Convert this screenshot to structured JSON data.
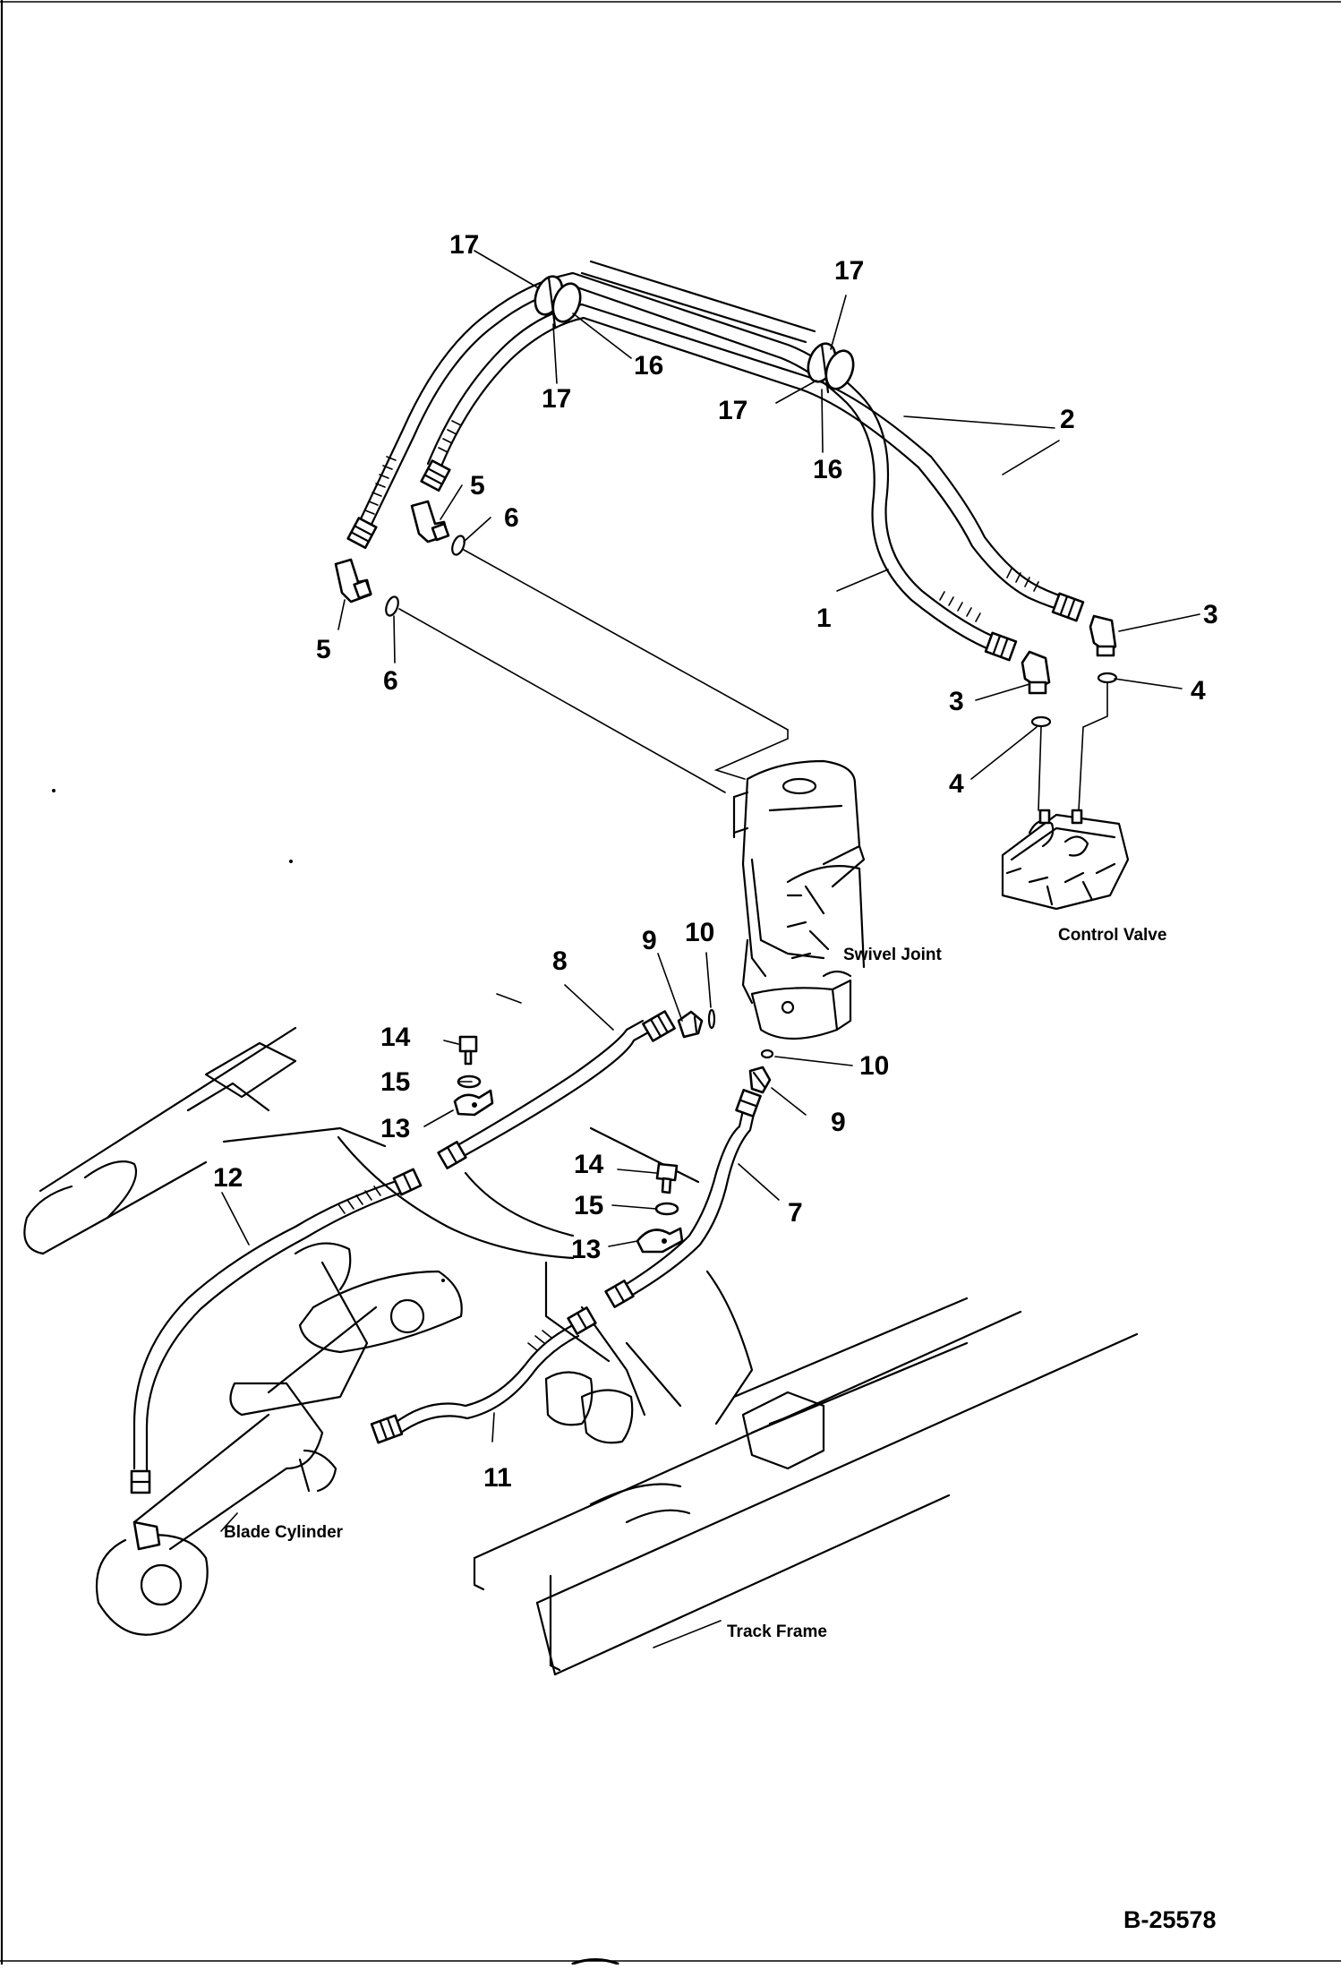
{
  "callouts": {
    "n1": "1",
    "n2": "2",
    "n3a": "3",
    "n3b": "3",
    "n4a": "4",
    "n4b": "4",
    "n5a": "5",
    "n5b": "5",
    "n6a": "6",
    "n6b": "6",
    "n7": "7",
    "n8": "8",
    "n9a": "9",
    "n9b": "9",
    "n10a": "10",
    "n10b": "10",
    "n11": "11",
    "n12": "12",
    "n13a": "13",
    "n13b": "13",
    "n14a": "14",
    "n14b": "14",
    "n15a": "15",
    "n15b": "15",
    "n16a": "16",
    "n16b": "16",
    "n17a": "17",
    "n17b": "17",
    "n17c": "17",
    "n17d": "17"
  },
  "labels": {
    "control_valve": "Control Valve",
    "swivel_joint": "Swivel Joint",
    "blade_cylinder": "Blade Cylinder",
    "track_frame": "Track Frame"
  },
  "drawing_number": "B-25578"
}
